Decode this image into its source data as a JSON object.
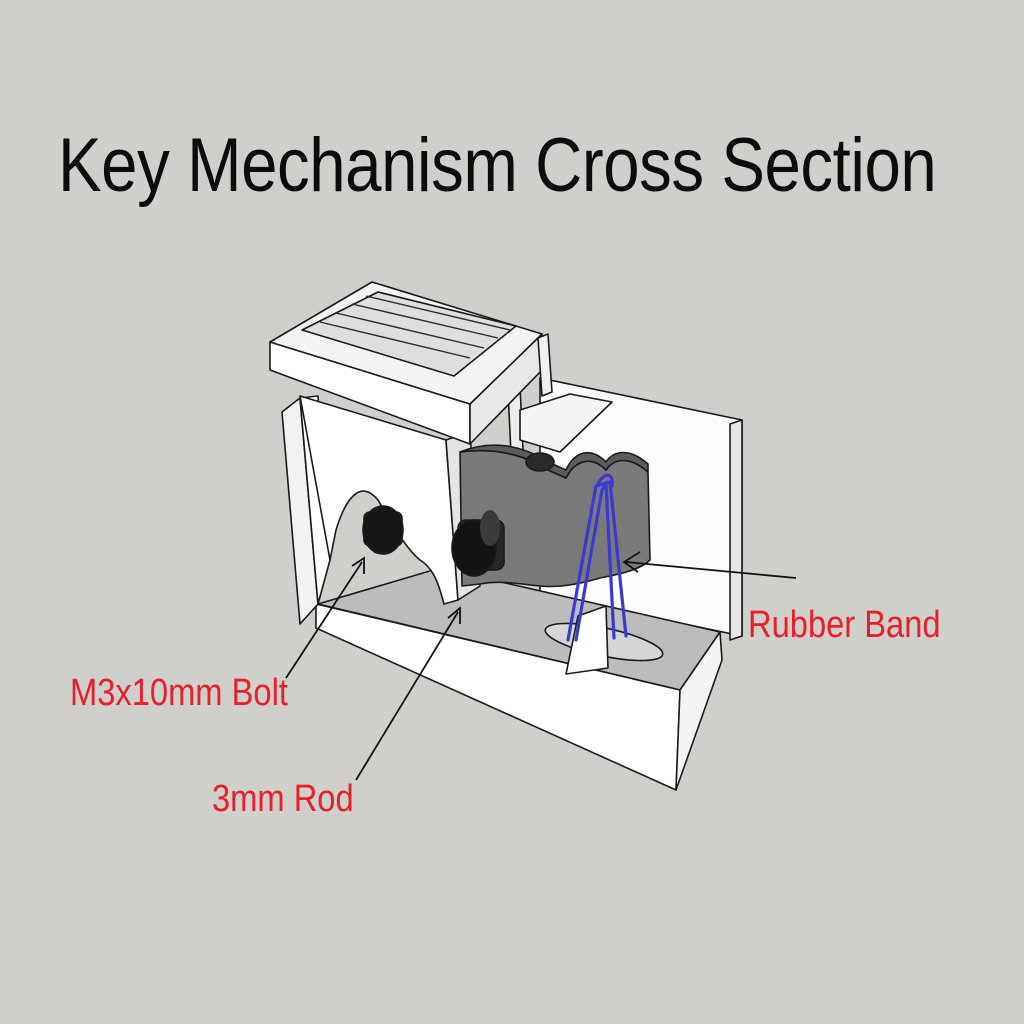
{
  "title": "Key Mechanism Cross Section",
  "labels": {
    "rubber_band": "Rubber Band",
    "bolt": "M3x10mm Bolt",
    "rod": "3mm Rod"
  },
  "colors": {
    "background": "#cfcfcb",
    "label": "#e8202a",
    "rubber_band": "#3a3ad0",
    "part_white": "#ffffff",
    "part_shadow": "#bdbdbd",
    "lever_gray": "#777777",
    "rod_dark": "#1c1c1c"
  }
}
